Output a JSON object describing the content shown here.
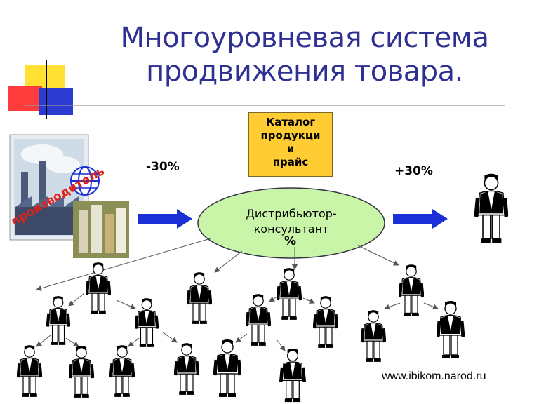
{
  "title": {
    "line1": "Многоуровневая система",
    "line2": "продвижения товара."
  },
  "catalog": {
    "line1": "Каталог",
    "line2": "продукци",
    "line3": "и",
    "line4": "прайс"
  },
  "arrows": {
    "left_percent": "-30%",
    "right_percent": "+30%"
  },
  "distributor": {
    "line1": "Дистрибьютор-",
    "line2": "консультант",
    "percent": "%"
  },
  "producer_label": "производитель",
  "website": "www.ibikom.narod.ru",
  "colors": {
    "title": "#2e3192",
    "arrow": "#1a2fd6",
    "catalog_bg": "#ffcc33",
    "oval_fill": "#c8f5a8",
    "producer_text": "#e0201b"
  },
  "icons": [
    "squares-logo-icon",
    "factory-icon",
    "globe-icon",
    "cosmetics-icon",
    "person-icon"
  ]
}
